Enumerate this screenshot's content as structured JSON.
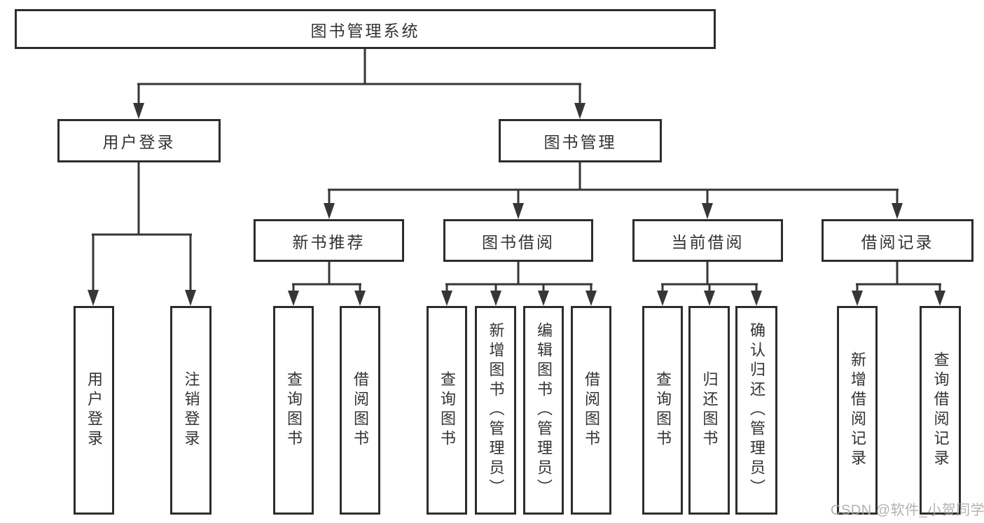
{
  "diagram": {
    "root": {
      "label": "图书管理系统"
    },
    "branches": [
      {
        "label": "用户登录",
        "leaves": [
          "用户登录",
          "注销登录"
        ]
      },
      {
        "label": "图书管理",
        "groups": [
          {
            "label": "新书推荐",
            "leaves": [
              "查询图书",
              "借阅图书"
            ]
          },
          {
            "label": "图书借阅",
            "leaves": [
              "查询图书",
              "新增图书（管理员）",
              "编辑图书（管理员）",
              "借阅图书"
            ]
          },
          {
            "label": "当前借阅",
            "leaves": [
              "查询图书",
              "归还图书",
              "确认归还（管理员）"
            ]
          },
          {
            "label": "借阅记录",
            "leaves": [
              "新增借阅记录",
              "查询借阅记录"
            ]
          }
        ]
      }
    ],
    "watermark": "CSDN @软件_小贺同学",
    "colors": {
      "line": "#363636",
      "box_border": "#2d2d2d",
      "text": "#333333",
      "watermark": "#aaaaaa",
      "background": "#ffffff"
    }
  }
}
